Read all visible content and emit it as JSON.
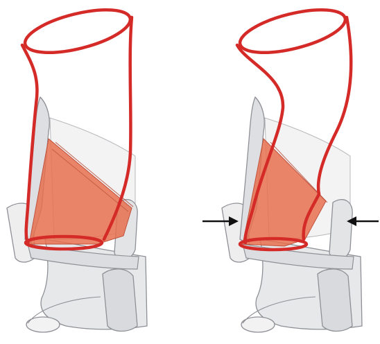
{
  "figure": {
    "panels": [
      {
        "id": "left",
        "state": "normal"
      },
      {
        "id": "right",
        "state": "compressed"
      }
    ],
    "arrows": [
      {
        "side": "left",
        "direction": "inward"
      },
      {
        "side": "right",
        "direction": "inward"
      }
    ],
    "colors": {
      "outline": "#d42a28",
      "muscle_fill": "#e8704f",
      "cartilage_fill": "#e9e9eb",
      "cartilage_stroke": "#8e9096",
      "arrow": "#111111",
      "background": "#ffffff"
    }
  }
}
